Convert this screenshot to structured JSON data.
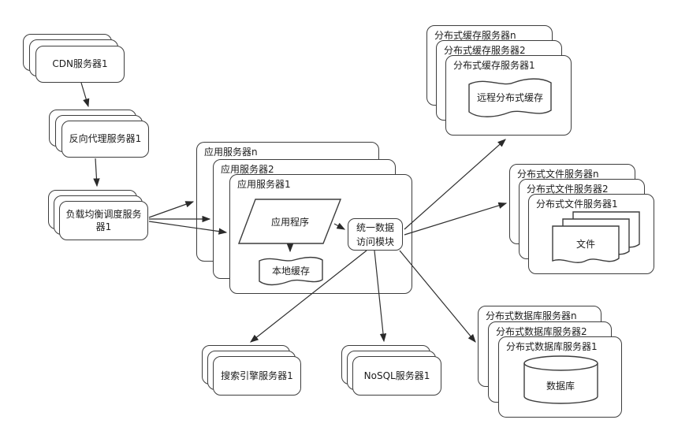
{
  "nodes": {
    "cdn": "CDN服务器1",
    "reverse_proxy": "反向代理服务器1",
    "load_balancer": "负载均衡调度服务器1",
    "app_stack": [
      "应用服务器n",
      "应用服务器2",
      "应用服务器1"
    ],
    "app_program": "应用程序",
    "local_cache": "本地缓存",
    "data_access_module_line1": "统一数据",
    "data_access_module_line2": "访问模块",
    "cache_stack": [
      "分布式缓存服务器n",
      "分布式缓存服务器2",
      "分布式缓存服务器1"
    ],
    "remote_cache": "远程分布式缓存",
    "file_stack": [
      "分布式文件服务器n",
      "分布式文件服务器2",
      "分布式文件服务器1"
    ],
    "file": "文件",
    "db_stack": [
      "分布式数据库服务器n",
      "分布式数据库服务器2",
      "分布式数据库服务器1"
    ],
    "database": "数据库",
    "search_engine": "搜索引擎服务器1",
    "nosql": "NoSQL服务器1"
  },
  "edges": [
    {
      "from": "CDN服务器1",
      "to": "反向代理服务器1"
    },
    {
      "from": "反向代理服务器1",
      "to": "负载均衡调度服务器1"
    },
    {
      "from": "负载均衡调度服务器1",
      "to": "应用服务器n"
    },
    {
      "from": "负载均衡调度服务器1",
      "to": "应用服务器2"
    },
    {
      "from": "负载均衡调度服务器1",
      "to": "应用服务器1"
    },
    {
      "from": "应用程序",
      "to": "统一数据访问模块"
    },
    {
      "from": "应用程序",
      "to": "本地缓存"
    },
    {
      "from": "统一数据访问模块",
      "to": "分布式缓存服务器1"
    },
    {
      "from": "统一数据访问模块",
      "to": "分布式文件服务器1"
    },
    {
      "from": "统一数据访问模块",
      "to": "分布式数据库服务器1"
    },
    {
      "from": "统一数据访问模块",
      "to": "NoSQL服务器1"
    },
    {
      "from": "统一数据访问模块",
      "to": "搜索引擎服务器1"
    }
  ],
  "colors": {
    "stroke": "#3d3d3d",
    "arrow": "#2a2a2a",
    "text": "#1c1c1c",
    "background": "#ffffff",
    "fill": "#ffffff"
  }
}
